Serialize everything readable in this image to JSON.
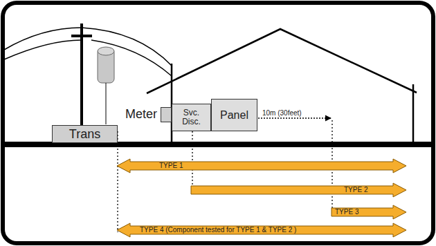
{
  "diagram": {
    "nodes": [
      {
        "text": [
          "Trans"
        ]
      },
      {
        "text": [
          "Meter"
        ]
      },
      {
        "text": [
          "Svc. Disc."
        ]
      },
      {
        "text": [
          "Panel"
        ]
      },
      {
        "text": [
          "TYPE 1"
        ]
      },
      {
        "text": [
          "TYPE 2"
        ]
      },
      {
        "text": [
          "TYPE 3"
        ]
      },
      {
        "text": [
          "TYPE 4 (Component tested for TYPE 1 & TYPE 2 )"
        ]
      }
    ],
    "labels": [
      "10m (30feet)"
    ]
  }
}
